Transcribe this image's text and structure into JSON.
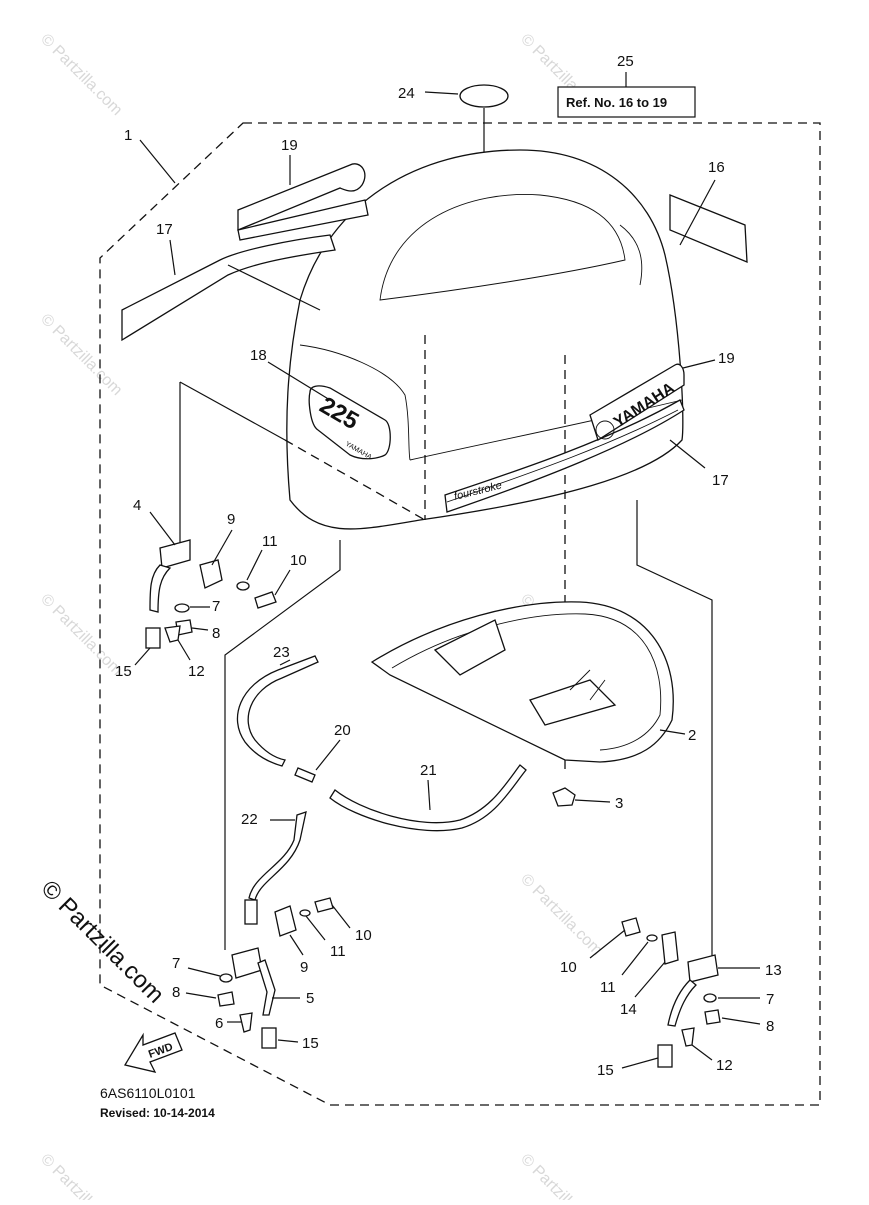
{
  "watermark": {
    "text": "© Partzilla.com",
    "main_text": "© Partzilla.com"
  },
  "ref_note": {
    "label": "Ref. No. 16 to 19",
    "callout": "25"
  },
  "cowling_badges": {
    "model_number": "225",
    "brand": "YAMAHA",
    "brand_small": "YAMAHA",
    "stripe_text": "fourstroke"
  },
  "direction_arrow": {
    "label": "FWD"
  },
  "footer": {
    "diagram_code": "6AS6110L0101",
    "revised": "Revised: 10-14-2014"
  },
  "callouts": {
    "c1": "1",
    "c2": "2",
    "c3": "3",
    "c4": "4",
    "c5": "5",
    "c6": "6",
    "c7a": "7",
    "c7b": "7",
    "c7c": "7",
    "c8a": "8",
    "c8b": "8",
    "c8c": "8",
    "c9a": "9",
    "c9b": "9",
    "c10a": "10",
    "c10b": "10",
    "c10c": "10",
    "c11a": "11",
    "c11b": "11",
    "c11c": "11",
    "c12a": "12",
    "c12b": "12",
    "c13": "13",
    "c14": "14",
    "c15a": "15",
    "c15b": "15",
    "c15c": "15",
    "c16": "16",
    "c17a": "17",
    "c17b": "17",
    "c18": "18",
    "c19a": "19",
    "c19b": "19",
    "c20": "20",
    "c21": "21",
    "c22": "22",
    "c23": "23",
    "c24": "24"
  }
}
